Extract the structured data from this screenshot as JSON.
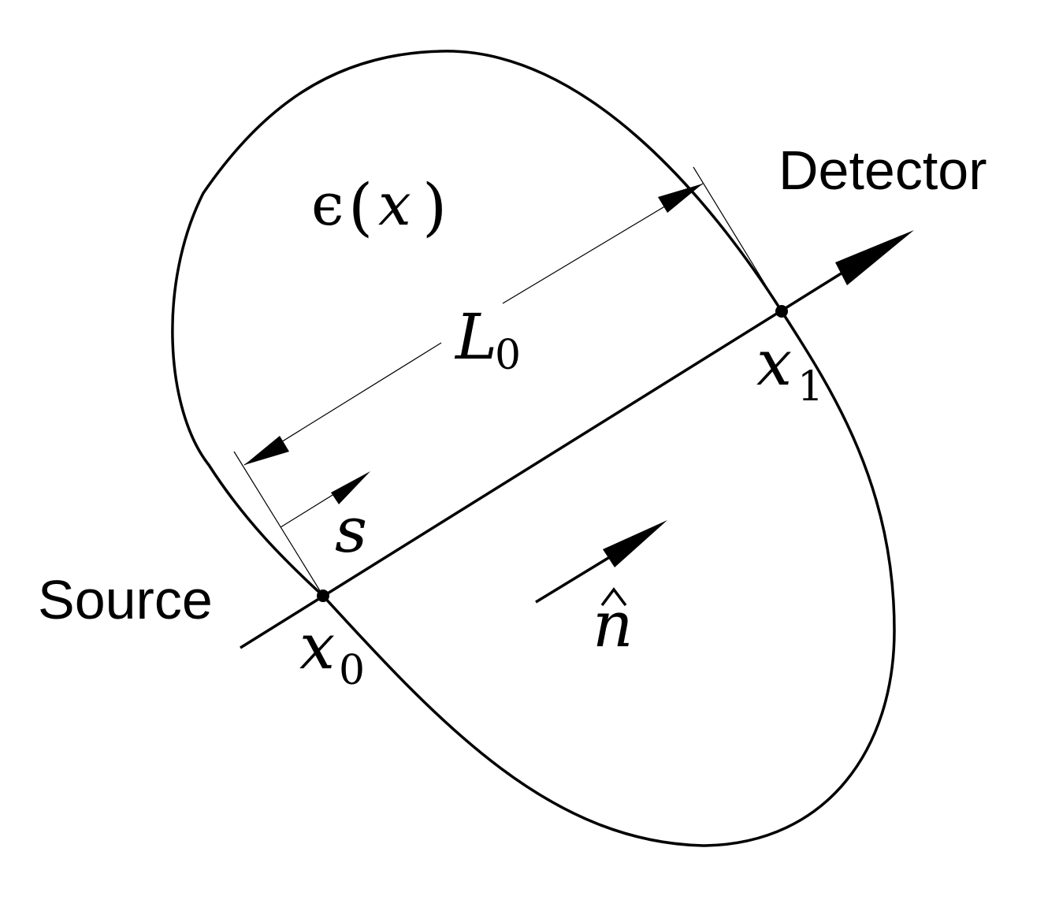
{
  "diagram": {
    "labels": {
      "detector": "Detector",
      "source": "Source",
      "emissivity_symbol": "ϵ",
      "emissivity_open_paren": "(",
      "emissivity_variable": "x",
      "emissivity_close_paren": ")",
      "length_symbol": "L",
      "length_subscript": "0",
      "start_point_symbol": "x",
      "start_point_subscript": "0",
      "end_point_symbol": "x",
      "end_point_subscript": "1",
      "path_variable": "s",
      "direction_symbol": "n"
    },
    "colors": {
      "stroke": "#000000",
      "background": "#ffffff"
    }
  }
}
